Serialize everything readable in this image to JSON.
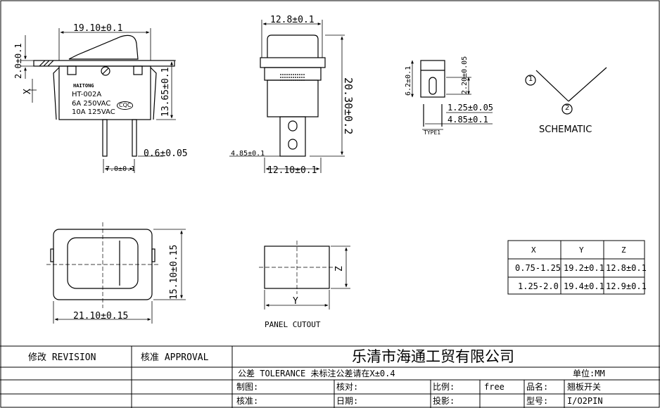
{
  "front_view": {
    "dim_width": "19.10±0.1",
    "dim_height": "13.65±0.1",
    "dim_flange": "2.0±0.1",
    "dim_x_label": "X",
    "dim_pin_thickness": "0.6±0.05",
    "dim_pin_pitch": "7.0±0.1",
    "label": {
      "brand": "HAITONG",
      "model": "HT-002A",
      "rating1": "6A 250VAC",
      "rating2": "10A 125VAC",
      "cert": "CQC"
    }
  },
  "side_view": {
    "dim_top_width": "12.8±0.1",
    "dim_height": "20.30±0.2",
    "dim_bottom_width": "12.10±0.1",
    "dim_pin": "4.85±0.1"
  },
  "terminal_detail": {
    "dim_62": "6.2±0.1",
    "dim_220": "2.20±0.05",
    "dim_125": "1.25±0.05",
    "dim_485": "4.85±0.1",
    "caption": "TYPE1"
  },
  "schematic": {
    "pin1": "1",
    "pin2": "2",
    "caption": "SCHEMATIC"
  },
  "top_view": {
    "dim_width": "21.10±0.15",
    "dim_height": "15.10±0.15"
  },
  "panel_cutout": {
    "axis_y": "Y",
    "axis_z": "Z",
    "caption": "PANEL CUTOUT"
  },
  "size_table": {
    "headers": [
      "X",
      "Y",
      "Z"
    ],
    "rows": [
      [
        "0.75-1.25",
        "19.2±0.1",
        "12.8±0.1"
      ],
      [
        "1.25-2.0",
        "19.4±0.1",
        "12.9±0.1"
      ]
    ]
  },
  "title_block": {
    "revision": "修改  REVISION",
    "approval": "核准   APPROVAL",
    "company": "乐清市海通工贸有限公司",
    "tolerance": "公差 TOLERANCE 未标注公差请在X±0.4",
    "unit": "单位:MM",
    "drawn_by": "制图:",
    "checked_by": "核对:",
    "scale_label": "比例:",
    "scale_value": "free",
    "product_name_label": "品名:",
    "product_name_value": "翘板开关",
    "approved_by": "核准:",
    "date_label": "日期:",
    "projection_label": "投影:",
    "model_label": "型号:",
    "model_value": "I/O2PIN"
  }
}
